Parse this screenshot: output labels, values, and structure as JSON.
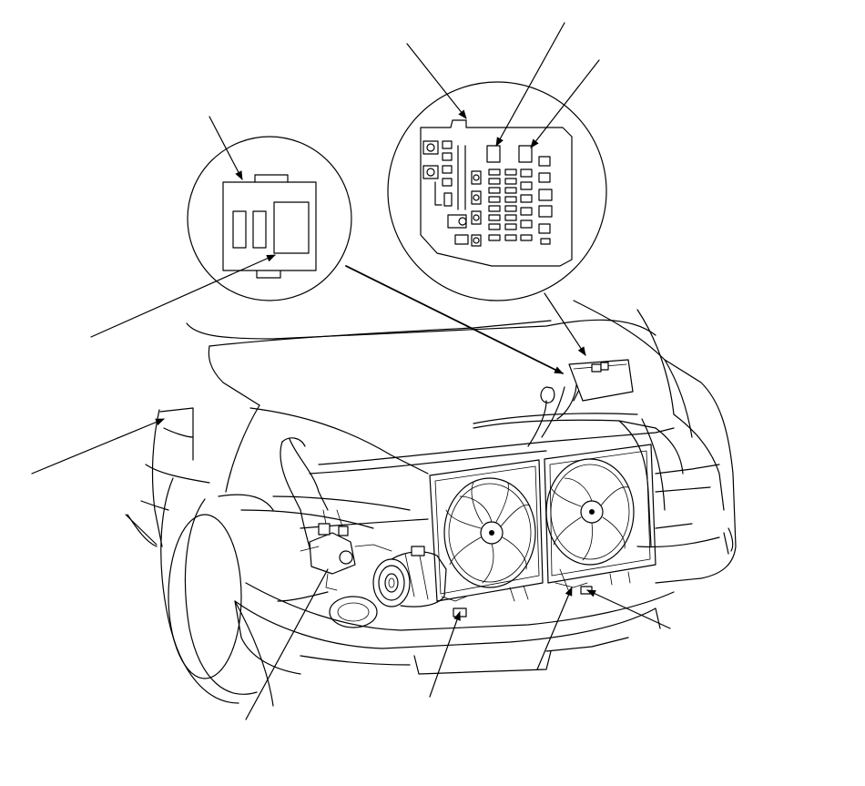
{
  "diagram": {
    "type": "technical-line-drawing",
    "subject": "engine-compartment-component-locations",
    "callouts": [
      {
        "id": "callout-relay-box-small",
        "pointer_count": 2
      },
      {
        "id": "callout-fuse-relay-box",
        "pointer_count": 3
      },
      {
        "id": "callout-ambient-sensor",
        "pointer_count": 1
      },
      {
        "id": "callout-compressor-clutch",
        "pointer_count": 1
      },
      {
        "id": "callout-condenser-fan",
        "pointer_count": 1
      },
      {
        "id": "callout-radiator-fan",
        "pointer_count": 1
      },
      {
        "id": "callout-connector",
        "pointer_count": 1
      },
      {
        "id": "callout-fender",
        "pointer_count": 1
      },
      {
        "id": "callout-wheel",
        "pointer_count": 1
      }
    ],
    "line_color": "#000000",
    "background_color": "#ffffff"
  }
}
